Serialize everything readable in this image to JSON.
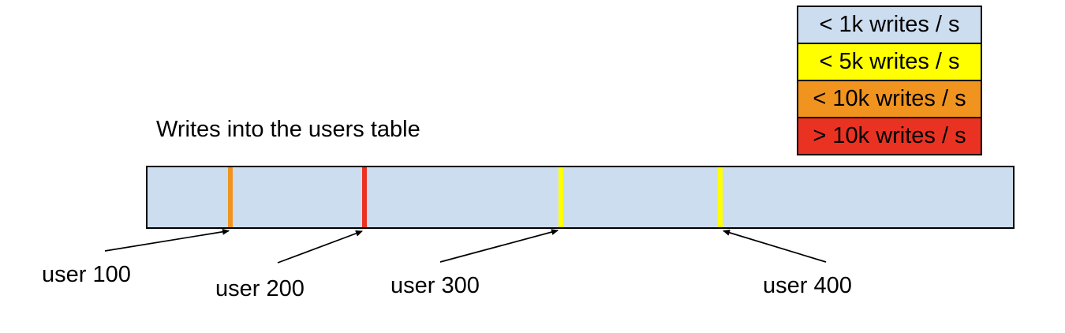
{
  "title": "Writes into the users table",
  "legend": {
    "items": [
      {
        "label": "< 1k writes / s",
        "color": "#cdddf0"
      },
      {
        "label": "< 5k writes / s",
        "color": "#ffff00"
      },
      {
        "label": "< 10k writes / s",
        "color": "#f0941f"
      },
      {
        "label": "> 10k writes / s",
        "color": "#ea3223"
      }
    ]
  },
  "bar": {
    "fill": "#cdddf0",
    "border_color": "#000000",
    "hotspots": [
      {
        "user": "user 100",
        "rate": "< 10k writes / s",
        "color": "#f0941f"
      },
      {
        "user": "user 200",
        "rate": "> 10k writes / s",
        "color": "#ea3223"
      },
      {
        "user": "user 300",
        "rate": "< 5k writes / s",
        "color": "#ffff00"
      },
      {
        "user": "user 400",
        "rate": "< 5k writes / s",
        "color": "#ffff00"
      }
    ]
  }
}
